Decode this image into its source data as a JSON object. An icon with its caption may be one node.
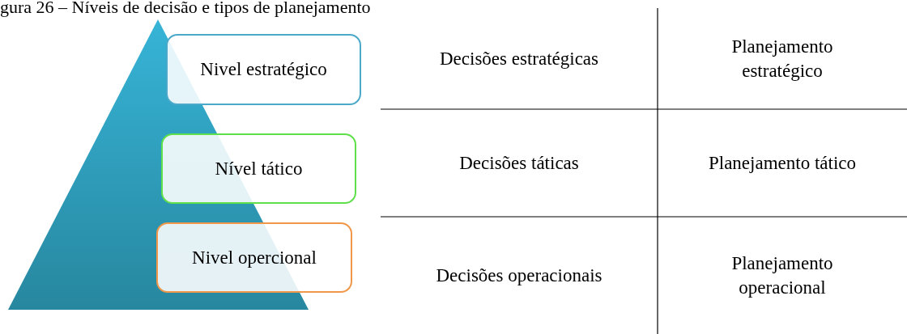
{
  "diagram": {
    "title": "gura 26 – Níveis de decisão e tipos de planejamento",
    "nodes": [
      {
        "text": [
          "Nivel estratégico"
        ]
      },
      {
        "text": [
          "Nível tático"
        ]
      },
      {
        "text": [
          "Nivel opercional"
        ]
      }
    ],
    "edges": [],
    "labels": [
      "Decisões estratégicas",
      "Planejamento estratégico",
      "Decisões táticas",
      "Planejamento tático",
      "Decisões operacionais",
      "Planejamento operacional"
    ]
  }
}
